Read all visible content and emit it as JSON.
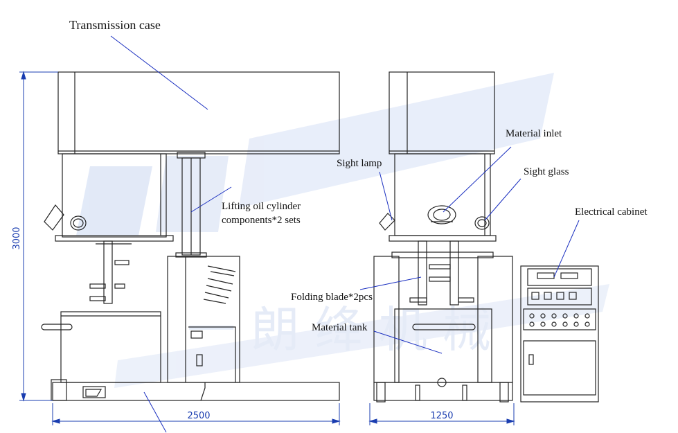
{
  "labels": {
    "transmission_case": "Transmission case",
    "lifting_cylinder_1": "Lifting oil cylinder",
    "lifting_cylinder_2": "components*2 sets",
    "sight_lamp": "Sight lamp",
    "material_inlet": "Material inlet",
    "sight_glass": "Sight glass",
    "electrical_cabinet": "Electrical cabinet",
    "folding_blade": "Folding blade*2pcs",
    "material_tank": "Material tank"
  },
  "dimensions": {
    "height": "3000",
    "width_front": "2500",
    "width_side": "1250"
  },
  "watermark": {
    "chars": "一 朗 绛 机 械",
    "color": "#c9d6f0"
  },
  "colors": {
    "line": "#222222",
    "leader": "#1a2fc0",
    "dimension": "#1a3db0"
  }
}
